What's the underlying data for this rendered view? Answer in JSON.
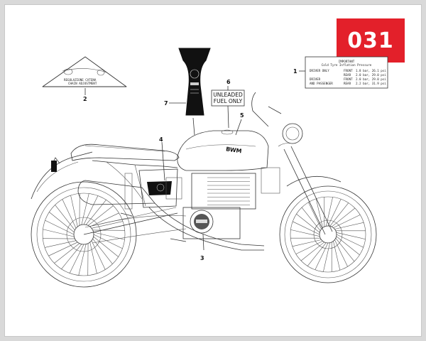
{
  "page_code": "031",
  "colors": {
    "badge": "#e3202a",
    "frame": "#ffffff",
    "background": "#d9d9d9"
  },
  "callouts": [
    "1",
    "2",
    "3",
    "4",
    "5",
    "6",
    "7"
  ],
  "tyre_label": {
    "title": "IMPORTANT",
    "subtitle": "Cold Tyre Inflation Pressure",
    "rows": [
      {
        "rider": "DRIVER ONLY",
        "pos": "FRONT",
        "value": "1.8 bar, 26.1 psi"
      },
      {
        "rider": "",
        "pos": "REAR",
        "value": "2.0 bar, 29.0 psi"
      },
      {
        "rider": "DRIVER",
        "pos": "FRONT",
        "value": "2.0 bar, 29.0 psi"
      },
      {
        "rider": "AND PASSENGER",
        "pos": "REAR",
        "value": "2.2 bar, 31.9 psi"
      }
    ]
  },
  "chain_label": {
    "line1": "REGOLAZIONE CATENA",
    "line2": "CHAIN ADJUSTMENT"
  },
  "fuel_label": {
    "line1": "UNLEADED",
    "line2": "FUEL ONLY"
  },
  "tank_brand": "BWM"
}
